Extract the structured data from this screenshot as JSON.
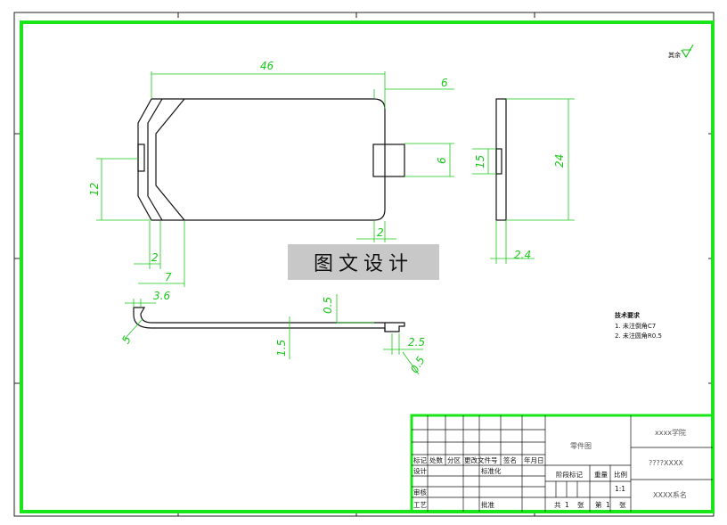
{
  "watermark": "图文设计",
  "roughness_mark": "其余",
  "tech_requirements": {
    "title": "技术要求",
    "line1": "1. 未注倒角C7",
    "line2": "2. 未注圆角R0.5"
  },
  "dimensions": {
    "top_width": "46",
    "tab_offset": "6",
    "tab_height": "6",
    "side_height": "12",
    "bottom_2": "2",
    "bottom_7": "7",
    "right_2": "2",
    "side_view_15": "15",
    "side_view_24": "24",
    "side_view_thk": "2.4",
    "section_3_6": "3.6",
    "section_5": "5",
    "section_0_5_top": "0.5",
    "section_1_5": "1.5",
    "section_2_5": "2.5",
    "section_0_5_bot": "0.5"
  },
  "title_block": {
    "drawing_name": "零件图",
    "school": "xxxx学院",
    "drawing_no": "????XXXX",
    "dept": "XXXX系名",
    "labels": {
      "biaoji": "标记",
      "chushu": "处数",
      "fenqu": "分区",
      "gengai": "更改文件号",
      "qianming": "签名",
      "nianyueri": "年月日",
      "sheji": "设计",
      "biaozhunhua": "标准化",
      "jieduan": "阶段标记",
      "zhongliang": "重量",
      "bili": "比例",
      "scale_value": "1:1",
      "shenhe": "审核",
      "gongyi": "工艺",
      "pizhun": "批准",
      "gong": "共",
      "zhang1": "张",
      "di": "第",
      "zhang2": "张",
      "one_a": "1",
      "one_b": "1"
    }
  },
  "colors": {
    "frame": "#19e619",
    "line": "#111111",
    "dim": "#19c919"
  }
}
